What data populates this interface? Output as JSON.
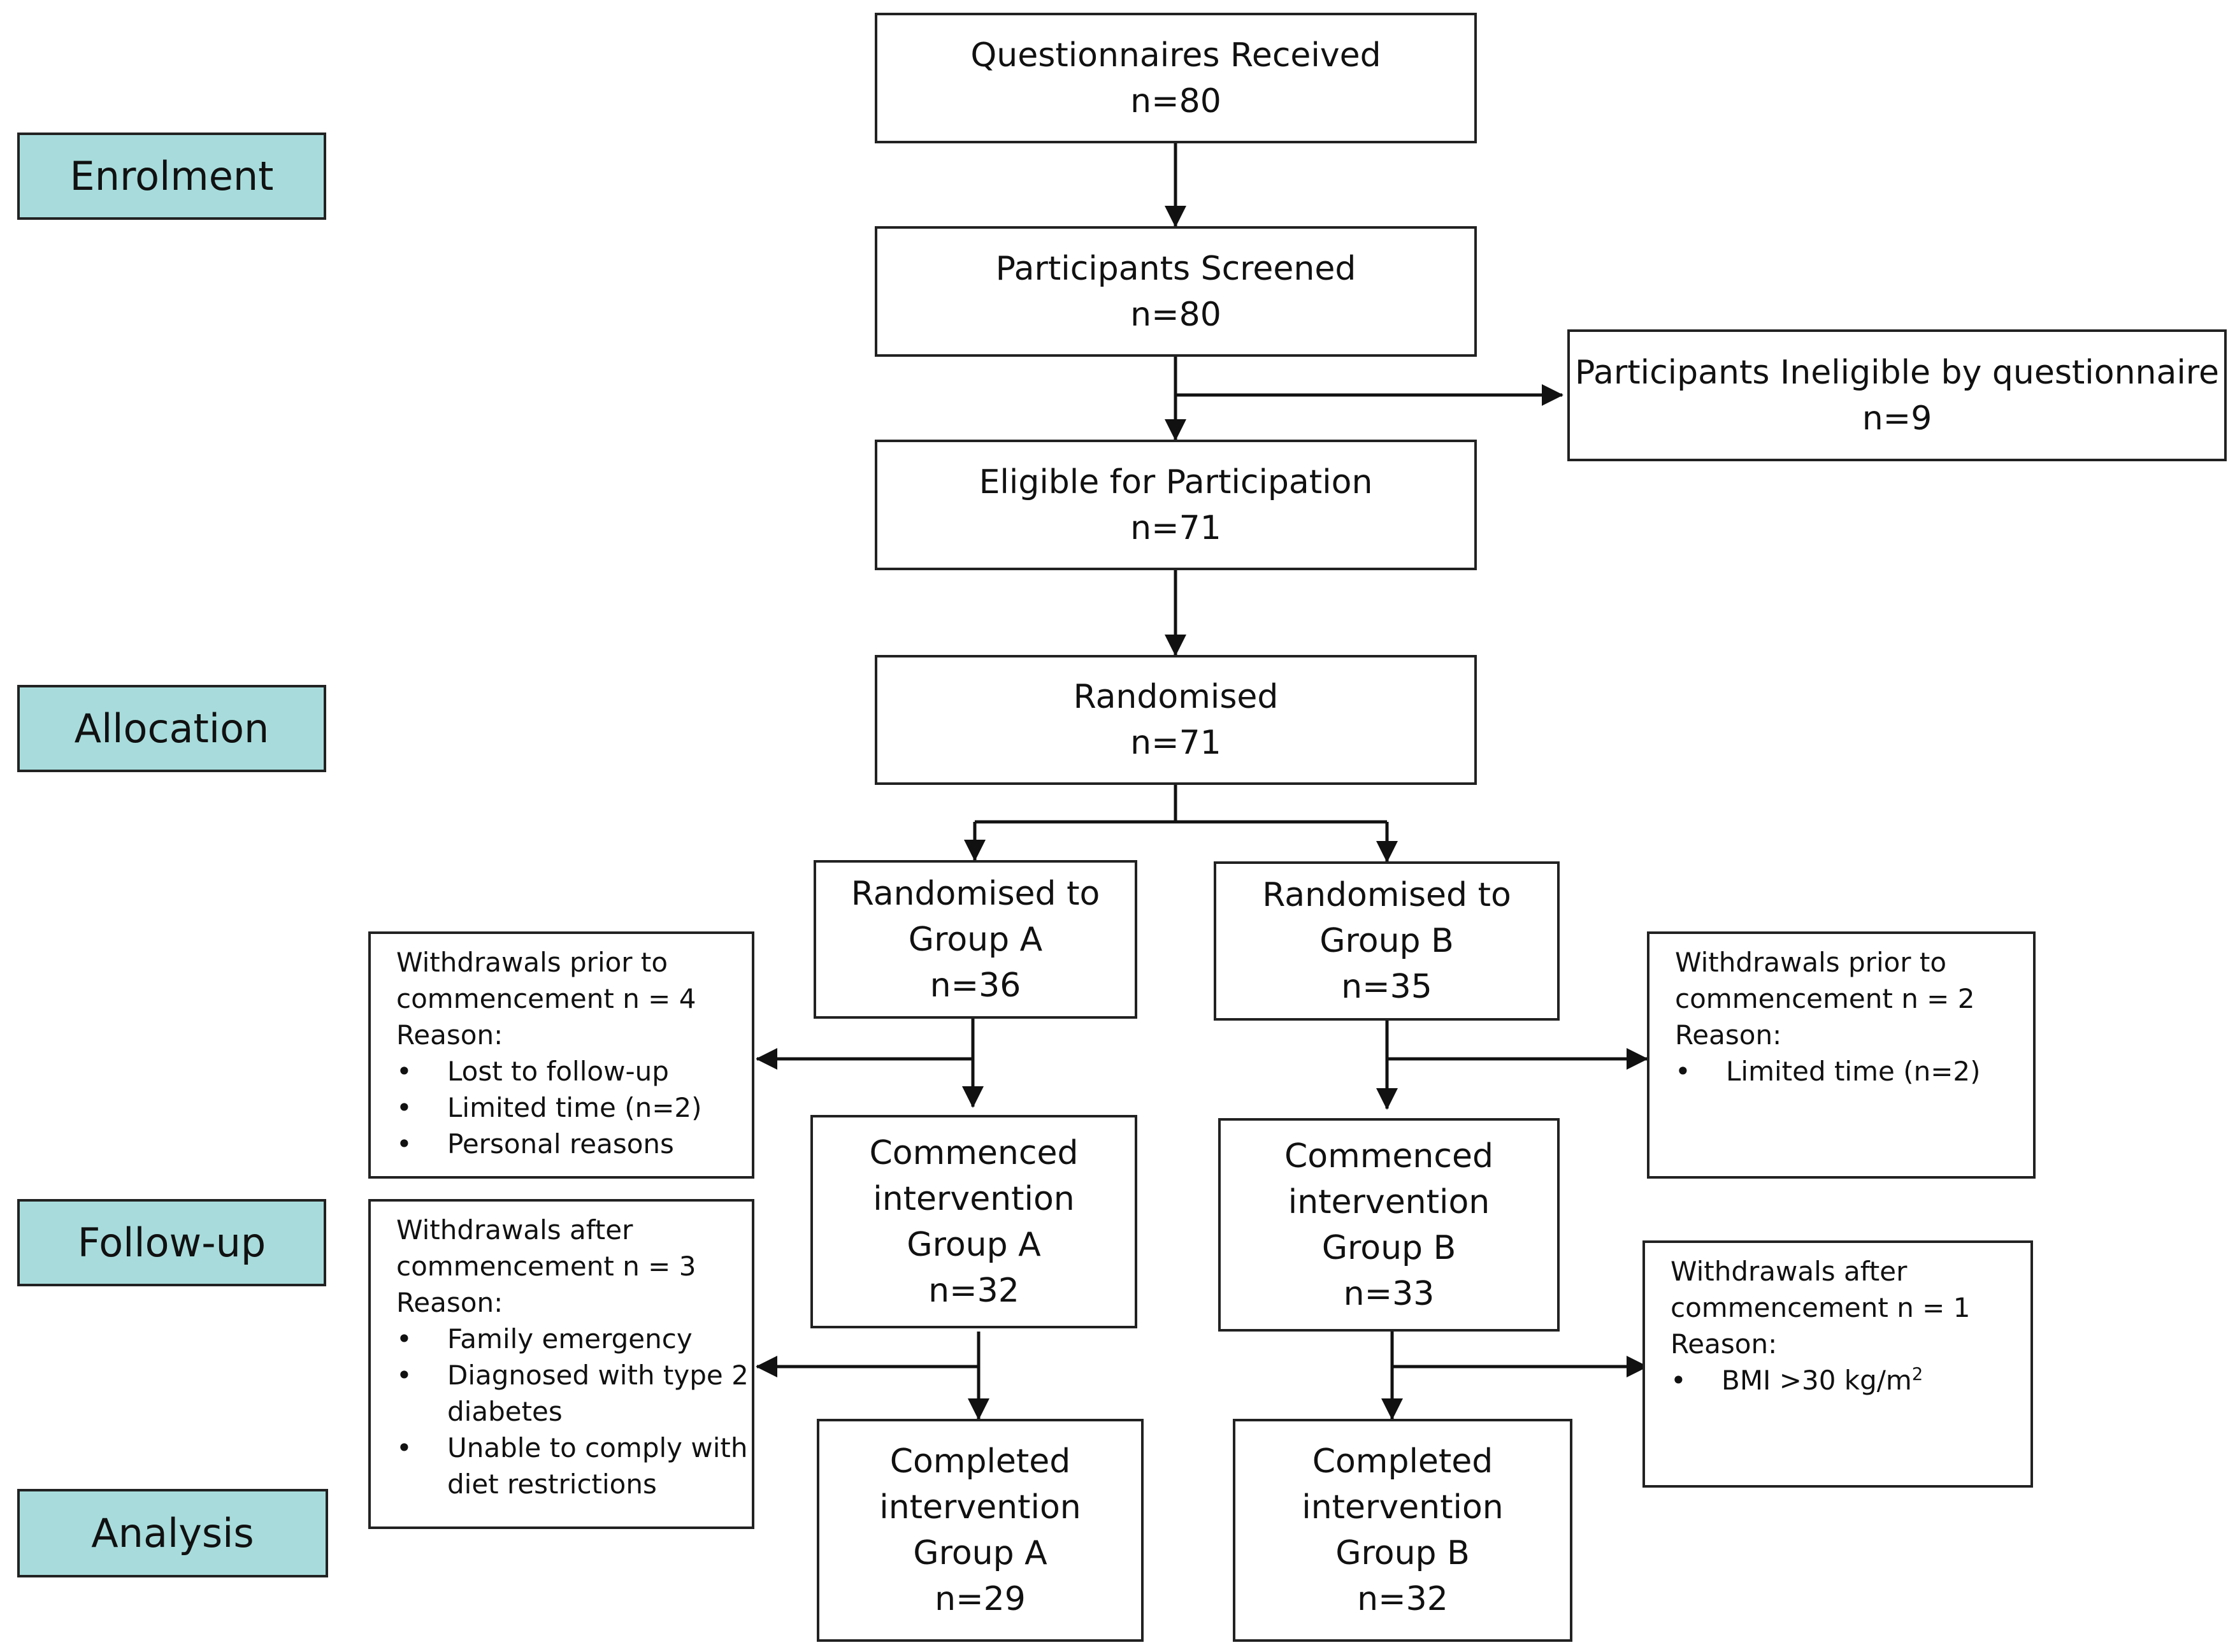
{
  "stages": {
    "enrolment": "Enrolment",
    "allocation": "Allocation",
    "follow_up": "Follow-up",
    "analysis": "Analysis"
  },
  "nodes": {
    "questionnaires": {
      "label": "Questionnaires Received",
      "count": "n=80"
    },
    "screened": {
      "label": "Participants Screened",
      "count": "n=80"
    },
    "ineligible": {
      "label": "Participants Ineligible by questionnaire",
      "count": "n=9"
    },
    "eligible": {
      "label": "Eligible for Participation",
      "count": "n=71"
    },
    "randomised": {
      "label": "Randomised",
      "count": "n=71"
    },
    "rand_a": {
      "line1": "Randomised to",
      "line2": "Group A",
      "count": "n=36"
    },
    "rand_b": {
      "line1": "Randomised to",
      "line2": "Group B",
      "count": "n=35"
    },
    "comm_a": {
      "line1": "Commenced",
      "line2": "intervention",
      "line3": "Group A",
      "count": "n=32"
    },
    "comm_b": {
      "line1": "Commenced",
      "line2": "intervention",
      "line3": "Group B",
      "count": "n=33"
    },
    "comp_a": {
      "line1": "Completed",
      "line2": "intervention",
      "line3": "Group A",
      "count": "n=29"
    },
    "comp_b": {
      "line1": "Completed",
      "line2": "intervention",
      "line3": "Group B",
      "count": "n=32"
    }
  },
  "withdrawals": {
    "prior_a": {
      "line1": "Withdrawals prior to",
      "line2": "commencement n = 4",
      "reason": "Reason:",
      "items": [
        "Lost to follow-up",
        "Limited time (n=2)",
        "Personal reasons"
      ]
    },
    "prior_b": {
      "line1": "Withdrawals prior to",
      "line2": "commencement n = 2",
      "reason": "Reason:",
      "items": [
        "Limited time (n=2)"
      ]
    },
    "after_a": {
      "line1": "Withdrawals after",
      "line2": "commencement n = 3",
      "reason": "Reason:",
      "items": [
        "Family emergency",
        "Diagnosed with type 2",
        "diabetes",
        "Unable to comply with",
        "diet restrictions"
      ]
    },
    "after_b": {
      "line1": "Withdrawals after",
      "line2": "commencement n = 1",
      "reason": "Reason:",
      "item_prefix": "BMI >30 kg/m",
      "item_sup": "2"
    }
  }
}
